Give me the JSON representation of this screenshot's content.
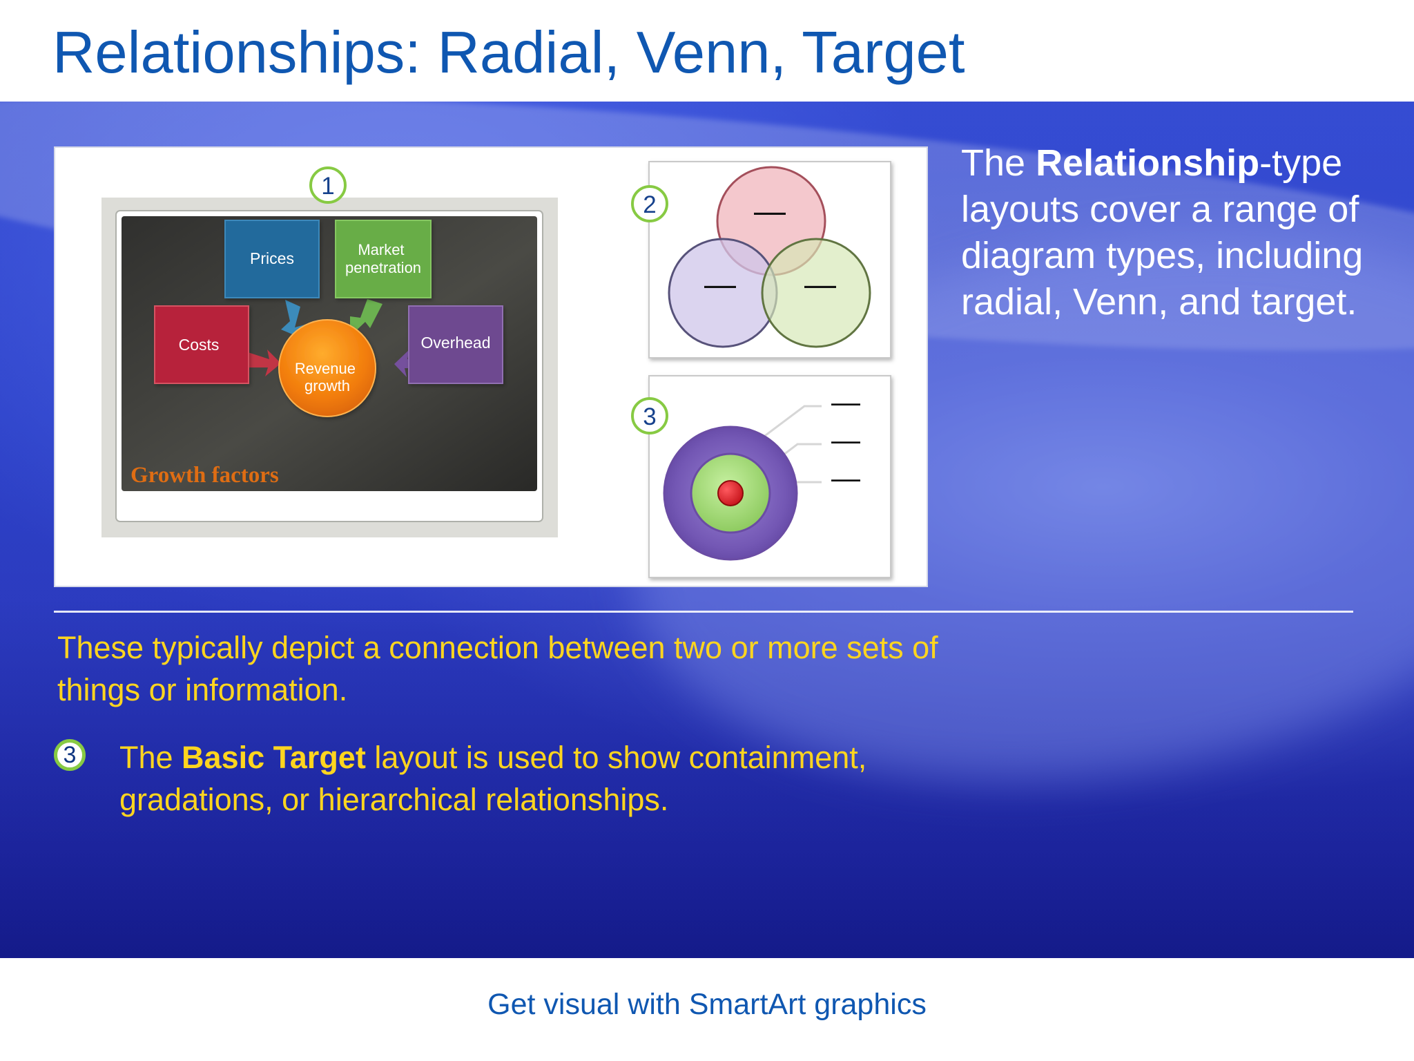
{
  "slide": {
    "title": "Relationships: Radial, Venn, Target",
    "right_text": {
      "prefix": "The ",
      "bold": "Relationship",
      "suffix": "-type layouts cover a range of diagram types, including radial, Venn, and target."
    },
    "intro": "These typically depict a connection between two or more sets of things or information.",
    "bullet": {
      "number": "3",
      "prefix": "The ",
      "bold": "Basic Target",
      "suffix": " layout is used to show containment, gradations, or hierarchical relationships."
    },
    "footer": "Get visual with SmartArt graphics"
  },
  "diagram_examples": {
    "markers": [
      "1",
      "2",
      "3"
    ],
    "radial": {
      "items": [
        "Prices",
        "Market penetration",
        "Costs",
        "Overhead",
        "Revenue growth"
      ],
      "title": "Growth factors"
    },
    "placeholder_dash": "—"
  },
  "colors": {
    "title_blue": "#0f57b1",
    "text_yellow": "#ffd51f",
    "marker_green": "#87ca43",
    "costs_red": "#b7243a",
    "prices_blue": "#236a9c",
    "market_green": "#68ad46",
    "overhead_purple": "#6e4990",
    "center_orange": "#f27d0c",
    "venn_red": "#f1b9bf",
    "venn_purple": "#cfc5ea",
    "venn_green": "#d6e8b6",
    "target_purple": "#8061bd",
    "target_green": "#9ed66b",
    "target_red": "#d81d24"
  },
  "icons": {
    "numbered_marker": "green-ring-number-icon",
    "arrow": "chevron-arrow-icon"
  }
}
